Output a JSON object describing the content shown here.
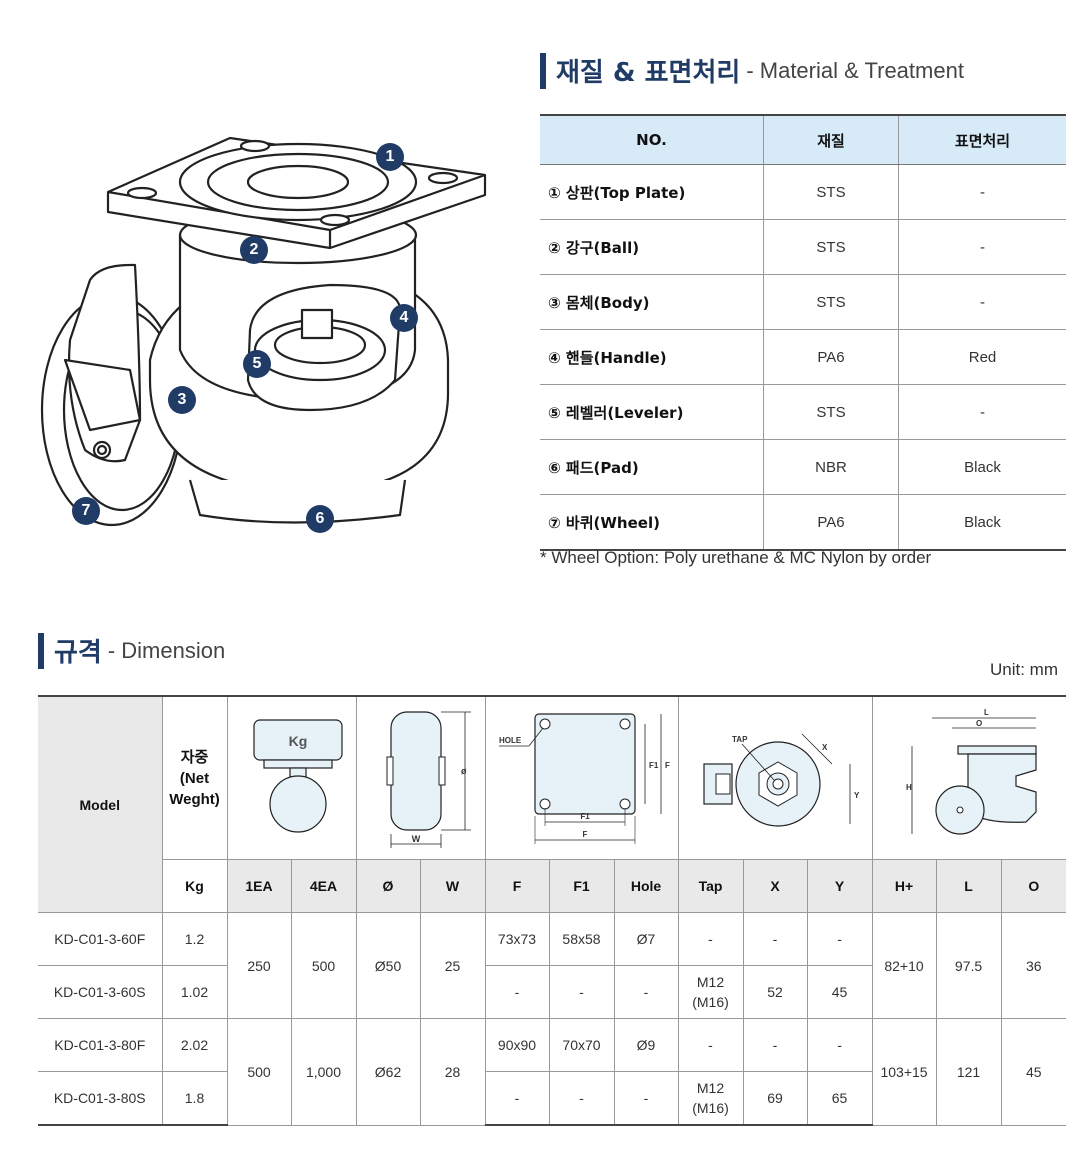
{
  "material_section": {
    "title_ko": "재질 & 표면처리",
    "title_en": "- Material & Treatment",
    "columns": [
      "NO.",
      "재질",
      "표면처리"
    ],
    "rows": [
      {
        "no": "① 상판(Top Plate)",
        "material": "STS",
        "treatment": "-"
      },
      {
        "no": "② 강구(Ball)",
        "material": "STS",
        "treatment": "-"
      },
      {
        "no": "③ 몸체(Body)",
        "material": "STS",
        "treatment": "-"
      },
      {
        "no": "④ 핸들(Handle)",
        "material": "PA6",
        "treatment": "Red"
      },
      {
        "no": "⑤ 레벨러(Leveler)",
        "material": "STS",
        "treatment": "-"
      },
      {
        "no": "⑥ 패드(Pad)",
        "material": "NBR",
        "treatment": "Black"
      },
      {
        "no": "⑦ 바퀴(Wheel)",
        "material": "PA6",
        "treatment": "Black"
      }
    ],
    "note": "* Wheel Option: Poly urethane & MC Nylon by order"
  },
  "illustration": {
    "badges": [
      "1",
      "2",
      "3",
      "4",
      "5",
      "6",
      "7"
    ]
  },
  "dimension_section": {
    "title_ko": "규격",
    "title_en": "- Dimension",
    "unit": "Unit: mm",
    "model_header": "Model",
    "weight_header": "자중\n(Net\nWeght)",
    "drawings": {
      "kg_label": "Kg",
      "w_label": "W",
      "phi_label": "ø",
      "hole_label": "HOLE",
      "f_label": "F",
      "f1_label": "F1",
      "tap_label": "TAP",
      "x_label": "X",
      "y_label": "Y",
      "h_label": "H",
      "l_label": "L",
      "o_label": "O"
    },
    "sub_headers": [
      "Kg",
      "1EA",
      "4EA",
      "Ø",
      "W",
      "F",
      "F1",
      "Hole",
      "Tap",
      "X",
      "Y",
      "H+",
      "L",
      "O"
    ],
    "groups": [
      {
        "load_1ea": "250",
        "load_4ea": "500",
        "dia": "Ø50",
        "w": "25",
        "h": "82+10",
        "l": "97.5",
        "o": "36",
        "rows": [
          {
            "model": "KD-C01-3-60F",
            "kg": "1.2",
            "f": "73x73",
            "f1": "58x58",
            "hole": "Ø7",
            "tap": "-",
            "x": "-",
            "y": "-"
          },
          {
            "model": "KD-C01-3-60S",
            "kg": "1.02",
            "f": "-",
            "f1": "-",
            "hole": "-",
            "tap": "M12\n(M16)",
            "x": "52",
            "y": "45"
          }
        ]
      },
      {
        "load_1ea": "500",
        "load_4ea": "1,000",
        "dia": "Ø62",
        "w": "28",
        "h": "103+15",
        "l": "121",
        "o": "45",
        "rows": [
          {
            "model": "KD-C01-3-80F",
            "kg": "2.02",
            "f": "90x90",
            "f1": "70x70",
            "hole": "Ø9",
            "tap": "-",
            "x": "-",
            "y": "-"
          },
          {
            "model": "KD-C01-3-80S",
            "kg": "1.8",
            "f": "-",
            "f1": "-",
            "hole": "-",
            "tap": "M12\n(M16)",
            "x": "69",
            "y": "65"
          }
        ]
      }
    ]
  },
  "colors": {
    "accent": "#1f3b66",
    "header_blue": "#d6eaf7",
    "header_gray": "#e9e9e9",
    "drawing_fill": "#e6f1f8"
  }
}
